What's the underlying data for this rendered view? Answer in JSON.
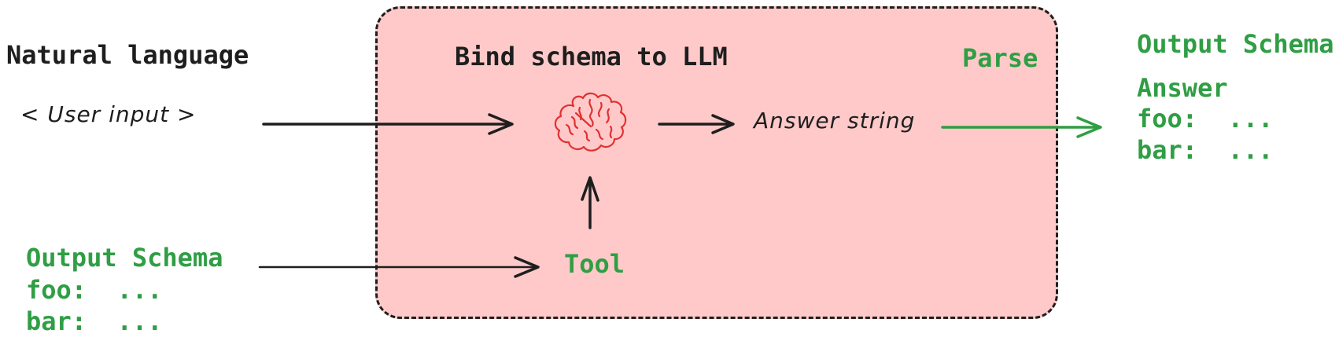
{
  "colors": {
    "background": "#ffffff",
    "box_fill": "#ffc9c9",
    "stroke_black": "#1e1e1e",
    "accent_green": "#2f9e44",
    "brain_red": "#e03131"
  },
  "left_input": {
    "title": "Natural language",
    "value": "< User input >"
  },
  "llm_box": {
    "title": "Bind schema to LLM",
    "parse_label": "Parse",
    "answer_label": "Answer string",
    "tool_label": "Tool",
    "brain_icon": "brain-icon"
  },
  "schema_input": {
    "title": "Output Schema",
    "fields": [
      "foo:  ...",
      "bar:  ..."
    ]
  },
  "schema_output": {
    "title": "Output Schema",
    "subtitle": "Answer",
    "fields": [
      "foo:  ...",
      "bar:  ..."
    ]
  }
}
